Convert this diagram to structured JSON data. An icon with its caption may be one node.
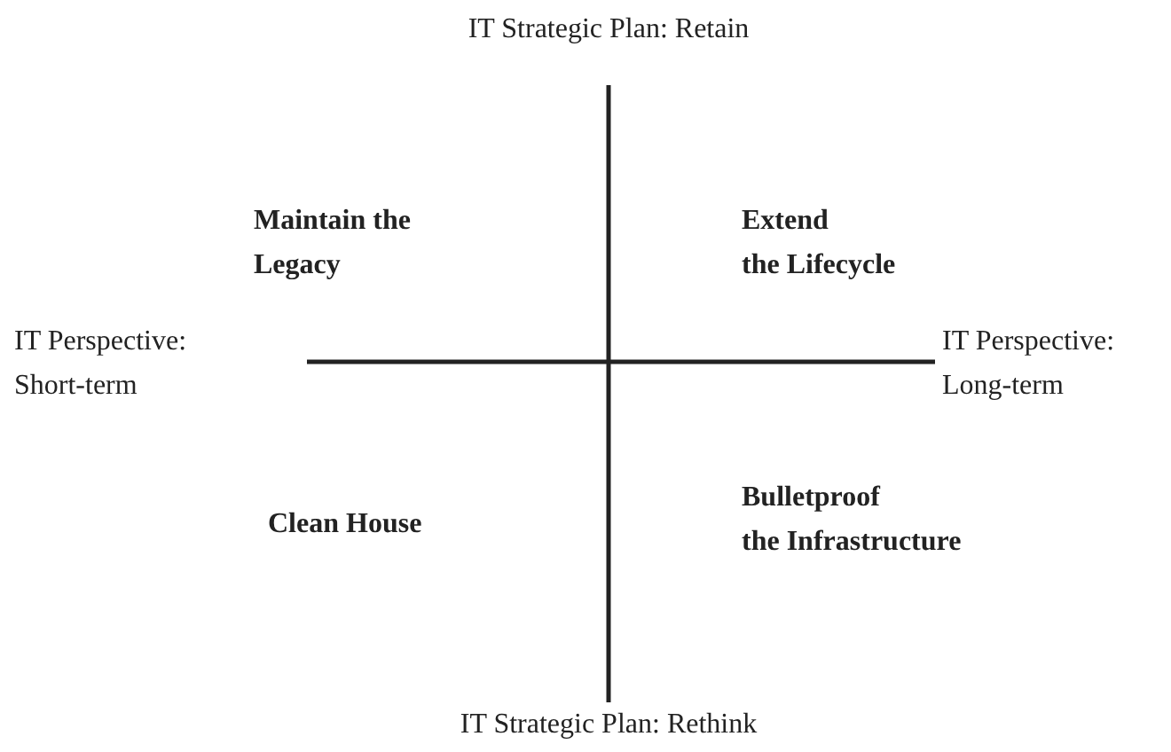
{
  "diagram": {
    "labels": [
      "IT Strategic Plan: Retain",
      "Maintain the Legacy",
      "Extend the Lifecycle",
      "IT Perspective: Short-term",
      "IT Perspective: Long-term",
      "Clean House",
      "Bulletproof the Infrastructure",
      "IT Strategic Plan: Rethink"
    ]
  }
}
